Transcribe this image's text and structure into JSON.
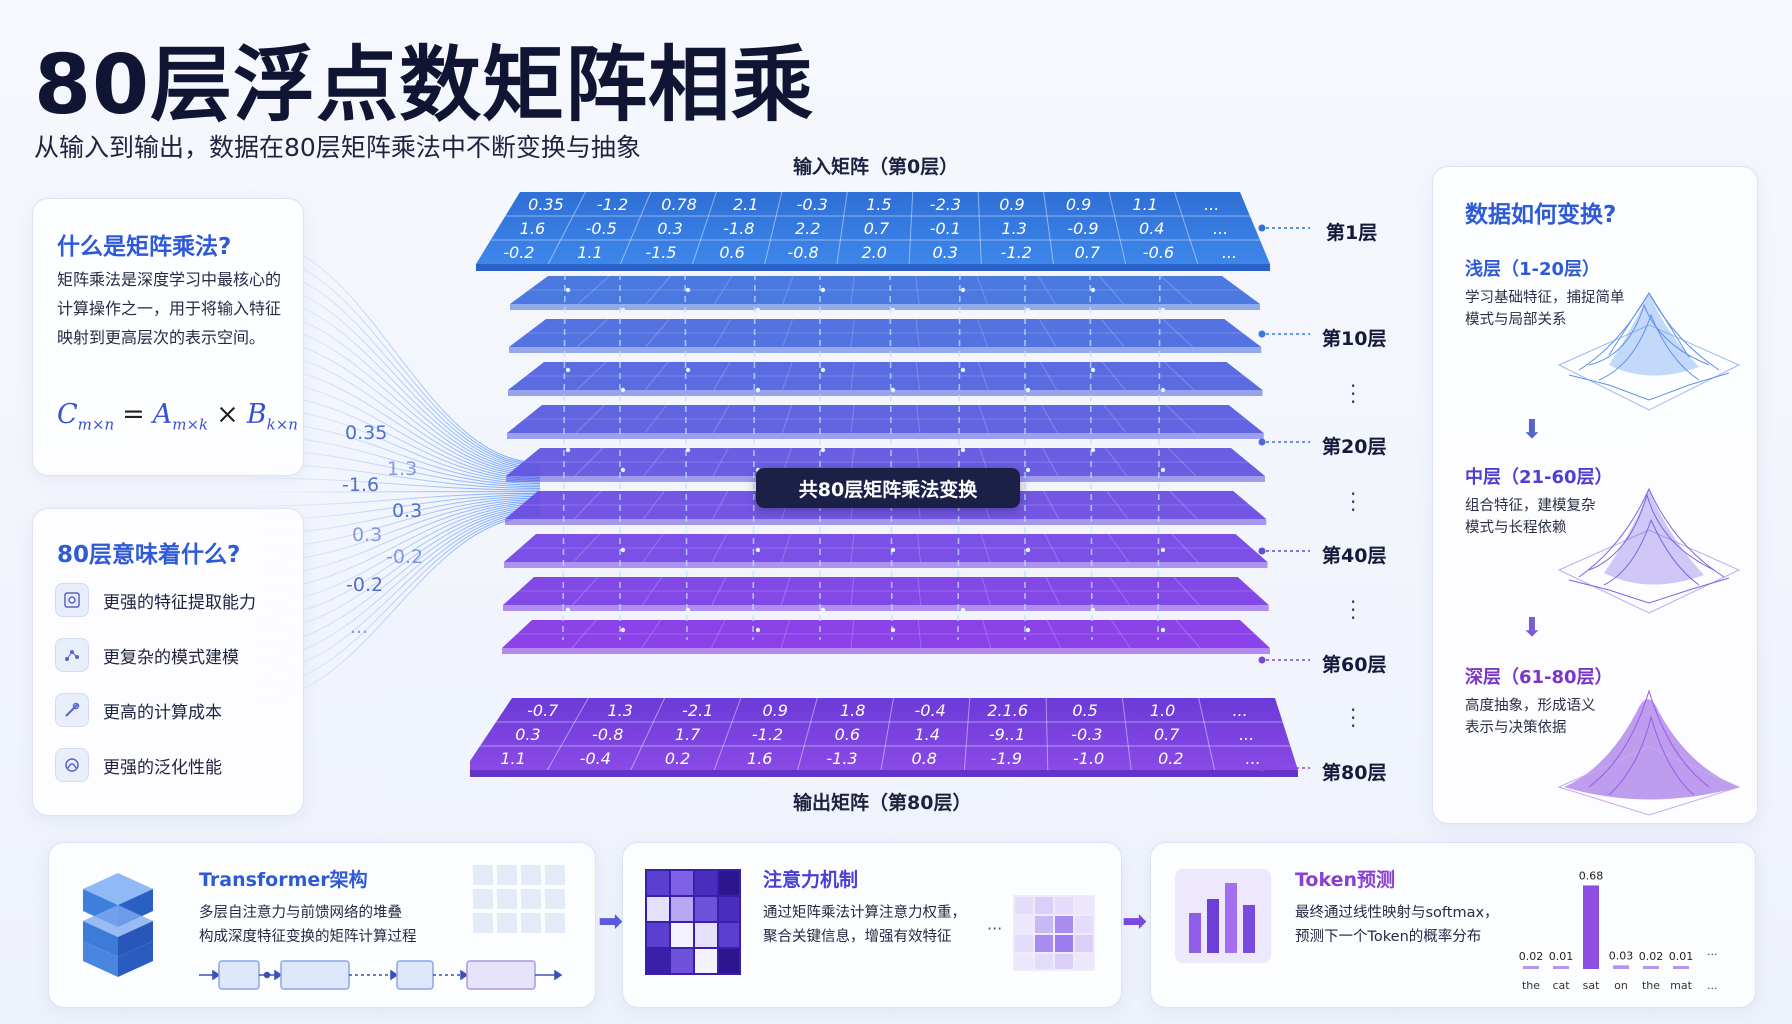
{
  "header": {
    "title": "80层浮点数矩阵相乘",
    "subtitle": "从输入到输出，数据在80层矩阵乘法中不断变换与抽象"
  },
  "left_top_card": {
    "title": "什么是矩阵乘法?",
    "body": "矩阵乘法是深度学习中最核心的计算操作之一，用于将输入特征映射到更高层次的表示空间。",
    "formula": {
      "c": "C",
      "c_sub": "m×n",
      "eq": "=",
      "a": "A",
      "a_sub": "m×k",
      "times": "×",
      "b": "B",
      "b_sub": "k×n"
    }
  },
  "left_bottom_card": {
    "title": "80层意味着什么?",
    "items": [
      {
        "label": "更强的特征提取能力",
        "icon": "feature-extraction-icon"
      },
      {
        "label": "更复杂的模式建模",
        "icon": "pattern-model-icon"
      },
      {
        "label": "更高的计算成本",
        "icon": "compute-cost-icon"
      },
      {
        "label": "更强的泛化性能",
        "icon": "generalization-icon"
      }
    ]
  },
  "stream_values": [
    "0.35",
    "1.3",
    "-1.6",
    "0.3",
    "0.3",
    "-0.2",
    "-0.2",
    "..."
  ],
  "stack": {
    "input_label": "输入矩阵（第0层）",
    "output_label": "输出矩阵（第80层）",
    "center_badge": "共80层矩阵乘法变换",
    "top_matrix": [
      [
        "0.35",
        "-1.2",
        "0.78",
        "2.1",
        "-0.3",
        "1.5",
        "-2.3",
        "0.9",
        "0.9",
        "1.1",
        "..."
      ],
      [
        "1.6",
        "-0.5",
        "0.3",
        "-1.8",
        "2.2",
        "0.7",
        "-0.1",
        "1.3",
        "-0.9",
        "0.4",
        "..."
      ],
      [
        "-0.2",
        "1.1",
        "-1.5",
        "0.6",
        "-0.8",
        "2.0",
        "0.3",
        "-1.2",
        "0.7",
        "-0.6",
        "..."
      ]
    ],
    "bottom_matrix": [
      [
        "-0.7",
        "1.3",
        "-2.1",
        "0.9",
        "1.8",
        "-0.4",
        "2.1.6",
        "0.5",
        "1.0",
        "..."
      ],
      [
        "0.3",
        "-0.8",
        "1.7",
        "-1.2",
        "0.6",
        "1.4",
        "-9..1",
        "-0.3",
        "0.7",
        "..."
      ],
      [
        "1.1",
        "-0.4",
        "0.2",
        "1.6",
        "-1.3",
        "0.8",
        "-1.9",
        "-1.0",
        "0.2",
        "..."
      ]
    ],
    "layer_labels": [
      "第1层",
      "第10层",
      "第20层",
      "第40层",
      "第60层",
      "第80层"
    ]
  },
  "right_panel": {
    "title": "数据如何变换?",
    "sections": [
      {
        "head": "浅层（1-20层）",
        "desc1": "学习基础特征，捕捉简单",
        "desc2": "模式与局部关系"
      },
      {
        "head": "中层（21-60层）",
        "desc1": "组合特征，建模复杂",
        "desc2": "模式与长程依赖"
      },
      {
        "head": "深层（61-80层）",
        "desc1": "高度抽象，形成语义",
        "desc2": "表示与决策依据"
      }
    ]
  },
  "bottom_cards": [
    {
      "title": "Transformer架构",
      "desc1": "多层自注意力与前馈网络的堆叠",
      "desc2": "构成深度特征变换的矩阵计算过程"
    },
    {
      "title": "注意力机制",
      "desc1": "通过矩阵乘法计算注意力权重，",
      "desc2": "聚合关键信息，增强有效特征"
    },
    {
      "title": "Token预测",
      "desc1": "最终通过线性映射与softmax，",
      "desc2": "预测下一个Token的概率分布"
    }
  ],
  "token_chart": {
    "type": "bar",
    "categories": [
      "the",
      "cat",
      "sat",
      "on",
      "the",
      "mat"
    ],
    "values": [
      0.02,
      0.01,
      0.68,
      0.03,
      0.02,
      0.01
    ],
    "value_labels": [
      "0.02",
      "0.01",
      "0.68",
      "0.03",
      "0.02",
      "0.01"
    ],
    "ellipsis": "...",
    "ylim": [
      0,
      0.7
    ]
  },
  "colors": {
    "accent_blue": "#2f5ad6",
    "accent_purple": "#7a35c9",
    "token_title": "#8a3fd1"
  }
}
